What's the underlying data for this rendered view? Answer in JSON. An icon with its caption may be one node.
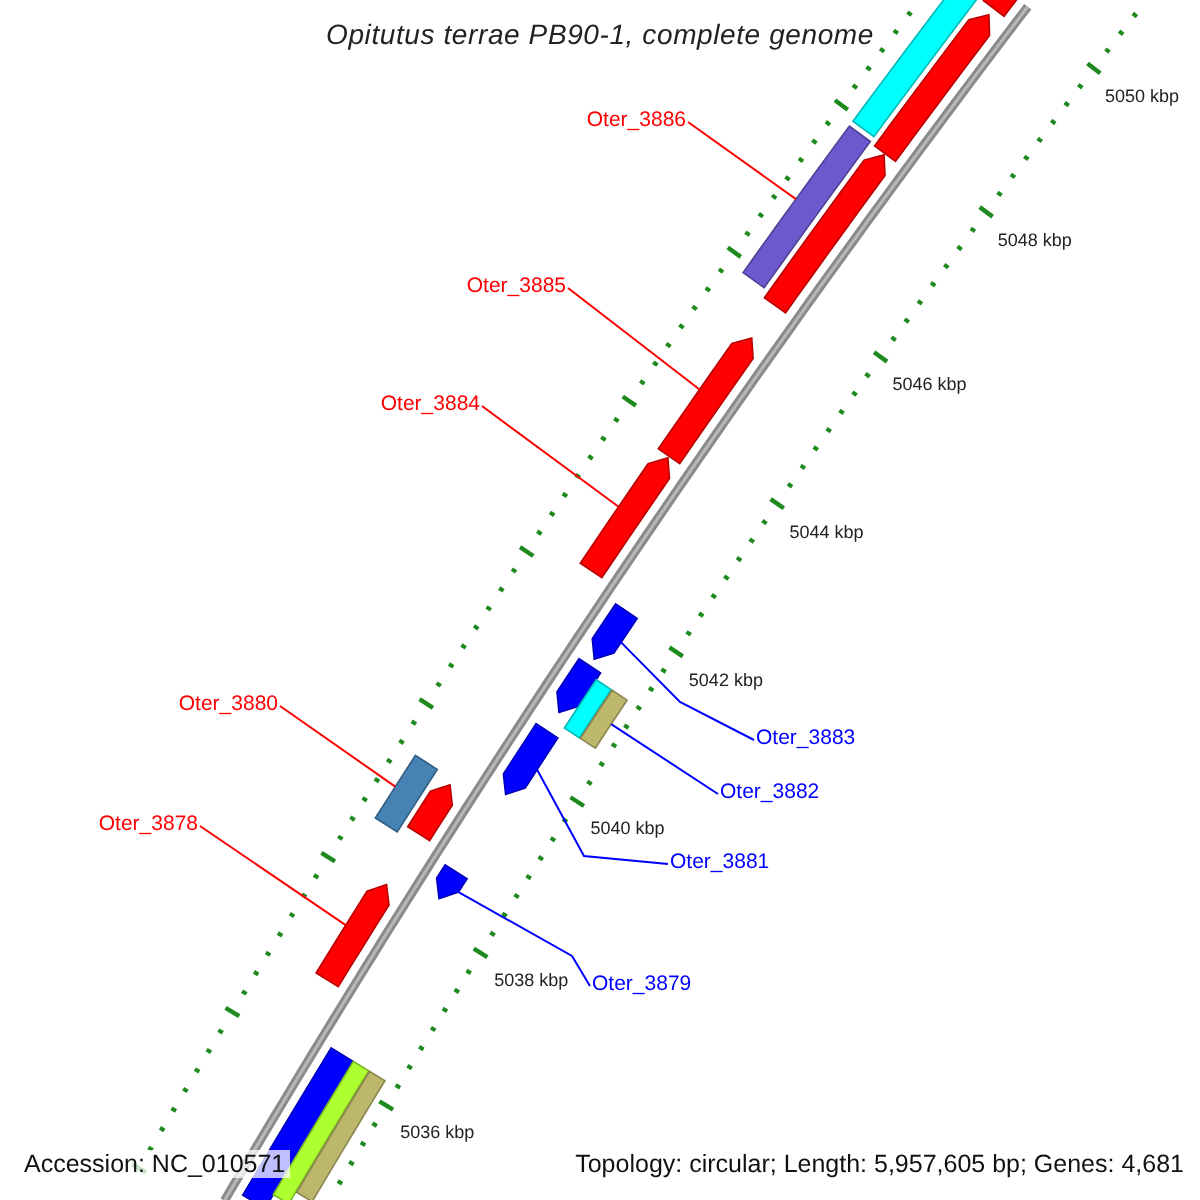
{
  "diagram": {
    "title": "Opitutus terrae PB90-1, complete genome",
    "nodes": [
      {
        "text": [
          "Oter_3886"
        ]
      },
      {
        "text": [
          "Oter_3885"
        ]
      },
      {
        "text": [
          "Oter_3884"
        ]
      },
      {
        "text": [
          "Oter_3880"
        ]
      },
      {
        "text": [
          "Oter_3883"
        ]
      },
      {
        "text": [
          "Oter_3882"
        ]
      },
      {
        "text": [
          "Oter_3878"
        ]
      },
      {
        "text": [
          "Oter_3881"
        ]
      },
      {
        "text": [
          "Oter_3879"
        ]
      },
      {
        "text": [],
        "shape": "bar"
      },
      {
        "text": [],
        "shape": "bar"
      },
      {
        "text": [],
        "shape": "pentagon"
      },
      {
        "text": [],
        "shape": "bar"
      },
      {
        "text": [],
        "shape": "pentagon"
      },
      {
        "text": [],
        "shape": "pentagon"
      },
      {
        "text": [],
        "shape": "pentagon"
      },
      {
        "text": [],
        "shape": "pentagon"
      },
      {
        "text": [],
        "shape": "pentagon"
      },
      {
        "text": [],
        "shape": "bar"
      },
      {
        "text": [],
        "shape": "bar"
      },
      {
        "text": [],
        "shape": "pentagon"
      },
      {
        "text": [],
        "shape": "bar"
      },
      {
        "text": [],
        "shape": "pentagon"
      },
      {
        "text": [],
        "shape": "pentagon"
      },
      {
        "text": [],
        "shape": "pentagon"
      },
      {
        "text": [],
        "shape": "bar"
      },
      {
        "text": [],
        "shape": "bar"
      },
      {
        "text": [],
        "shape": "bar"
      }
    ],
    "edges": [
      {
        "from": 0,
        "to": 12,
        "arrow": "none"
      },
      {
        "from": 1,
        "to": 14,
        "arrow": "none"
      },
      {
        "from": 2,
        "to": 15,
        "arrow": "none"
      },
      {
        "from": 3,
        "to": 21,
        "arrow": "none"
      },
      {
        "from": 4,
        "to": 16,
        "arrow": "none",
        "color": "#0000ff"
      },
      {
        "from": 5,
        "to": 19,
        "arrow": "none",
        "color": "#0000ff"
      },
      {
        "from": 6,
        "to": 24,
        "arrow": "none"
      },
      {
        "from": 7,
        "to": 20,
        "arrow": "none",
        "color": "#0000ff"
      },
      {
        "from": 8,
        "to": 23,
        "arrow": "none",
        "color": "#0000ff"
      }
    ],
    "labels": [
      "5050 kbp",
      "5048 kbp",
      "5046 kbp",
      "5044 kbp",
      "5042 kbp",
      "5040 kbp",
      "5038 kbp",
      "5036 kbp",
      "Accession: NC_010571",
      "Topology: circular; Length: 5,957,605 bp; Genes: 4,681"
    ]
  }
}
